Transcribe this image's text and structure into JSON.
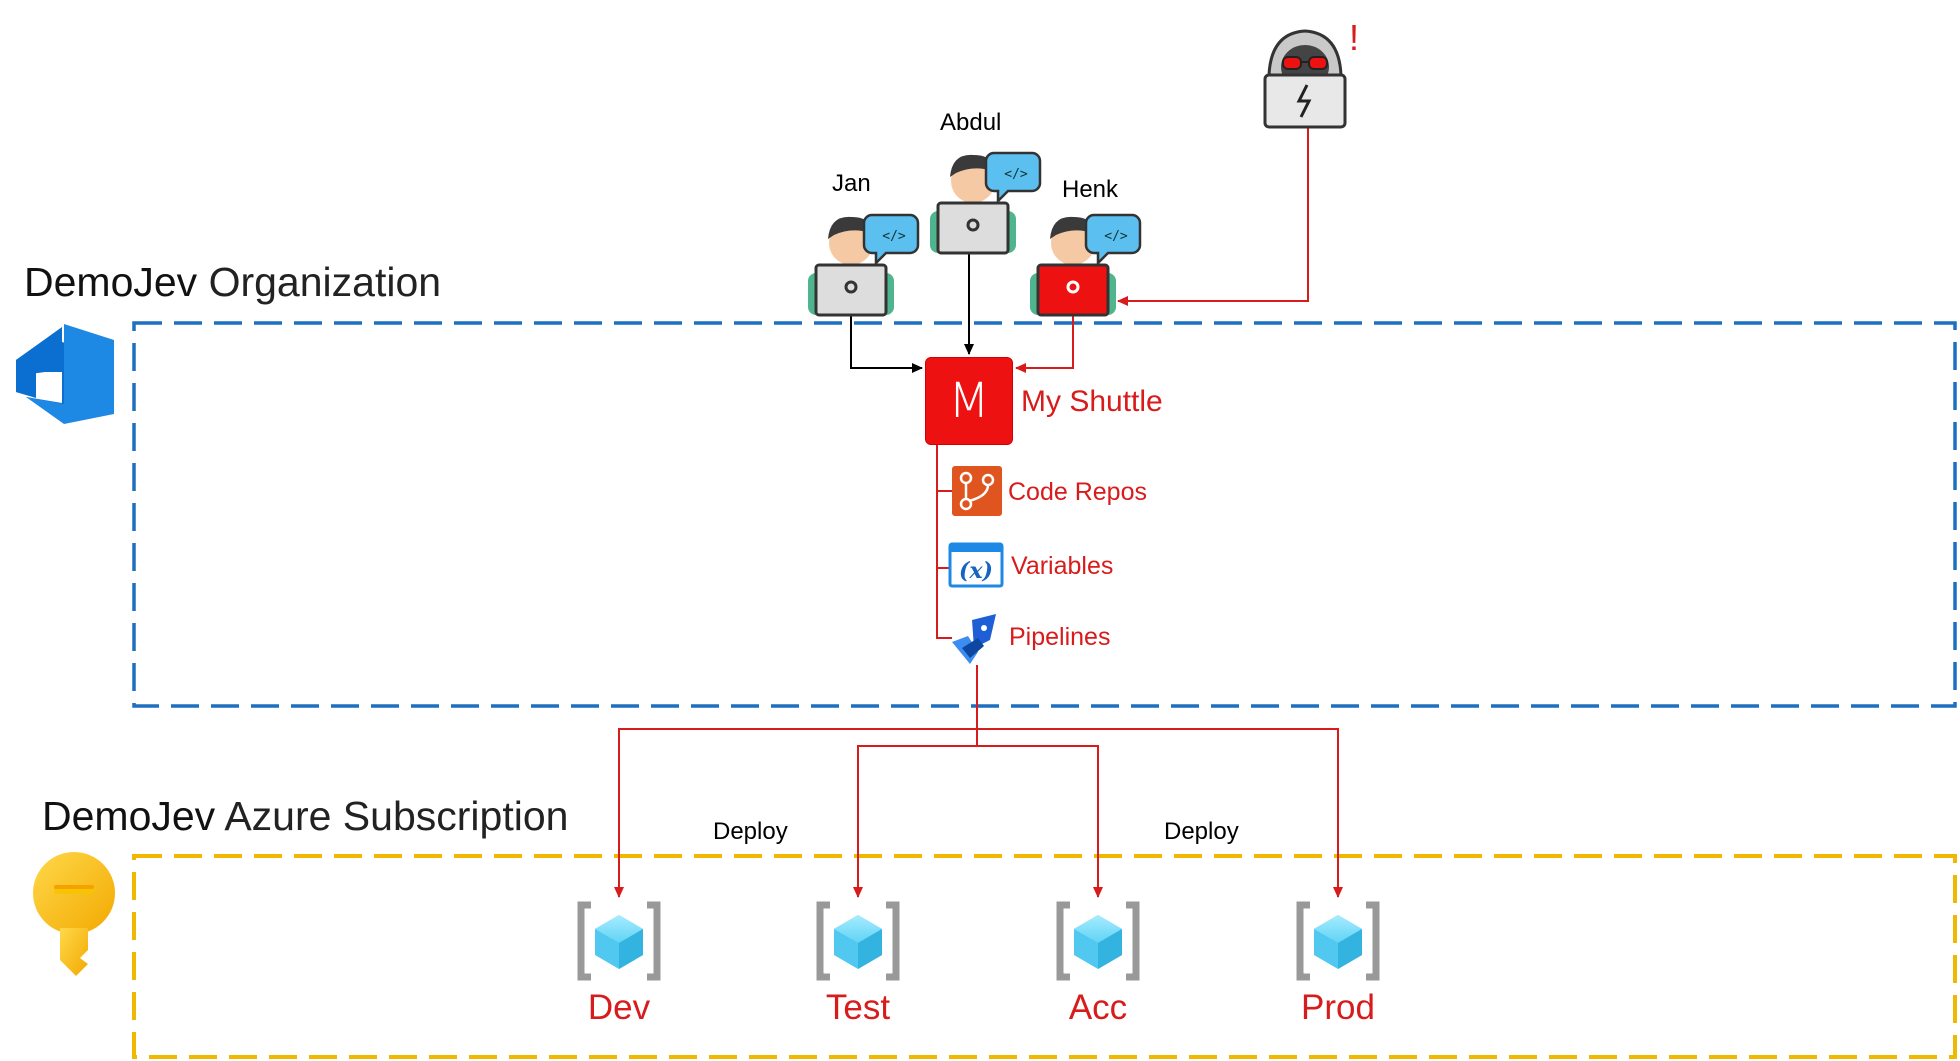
{
  "organization": {
    "name": "DemoJev",
    "suffix": "Organization",
    "icon": "azure-devops-icon",
    "border_color": "#1f6fbf"
  },
  "subscription": {
    "name": "DemoJev",
    "suffix": "Azure Subscription",
    "icon": "key-icon",
    "border_color": "#f0b800"
  },
  "people": [
    {
      "name": "Jan",
      "icon": "developer-icon",
      "compromised": false
    },
    {
      "name": "Abdul",
      "icon": "developer-icon",
      "compromised": false
    },
    {
      "name": "Henk",
      "icon": "developer-icon",
      "compromised": true
    }
  ],
  "attacker": {
    "icon": "hacker-icon",
    "alert": "!"
  },
  "project": {
    "letter": "M",
    "name": "My Shuttle",
    "color": "#ee1111"
  },
  "project_items": [
    {
      "label": "Code Repos",
      "icon": "repos-icon"
    },
    {
      "label": "Variables",
      "icon": "variables-icon"
    },
    {
      "label": "Pipelines",
      "icon": "pipelines-icon"
    }
  ],
  "deploy_labels": [
    "Deploy",
    "Deploy"
  ],
  "environments": [
    {
      "label": "Dev",
      "icon": "resource-group-icon"
    },
    {
      "label": "Test",
      "icon": "resource-group-icon"
    },
    {
      "label": "Acc",
      "icon": "resource-group-icon"
    },
    {
      "label": "Prod",
      "icon": "resource-group-icon"
    }
  ],
  "colors": {
    "attack": "#d81b1b",
    "normal": "#000000"
  }
}
